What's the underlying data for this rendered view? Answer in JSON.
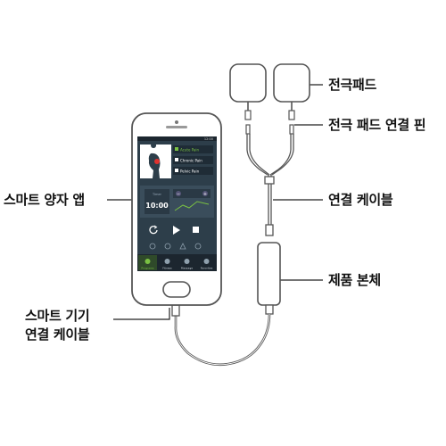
{
  "labels": {
    "pads": "전극패드",
    "pad_pin": "전극 패드 연결 핀",
    "smart_app": "스마트 양자 앱",
    "cable": "연결 케이블",
    "body": "제품 본체",
    "device_cable_line1": "스마트 기기",
    "device_cable_line2": "연결 케이블"
  },
  "phone": {
    "status_time": "12:00",
    "programs": [
      "Acute Pain",
      "Chronic Pain",
      "Pelvic Pain"
    ],
    "timer_label": "Timer",
    "timer_value": "10:00",
    "level_minus": "−",
    "level_plus": "+",
    "nav": [
      "Programs",
      "Fitness",
      "Massage",
      "Favorites"
    ]
  },
  "colors": {
    "app_bg": "#2d3e4a",
    "accent": "#7ac143",
    "outline": "#555555"
  }
}
